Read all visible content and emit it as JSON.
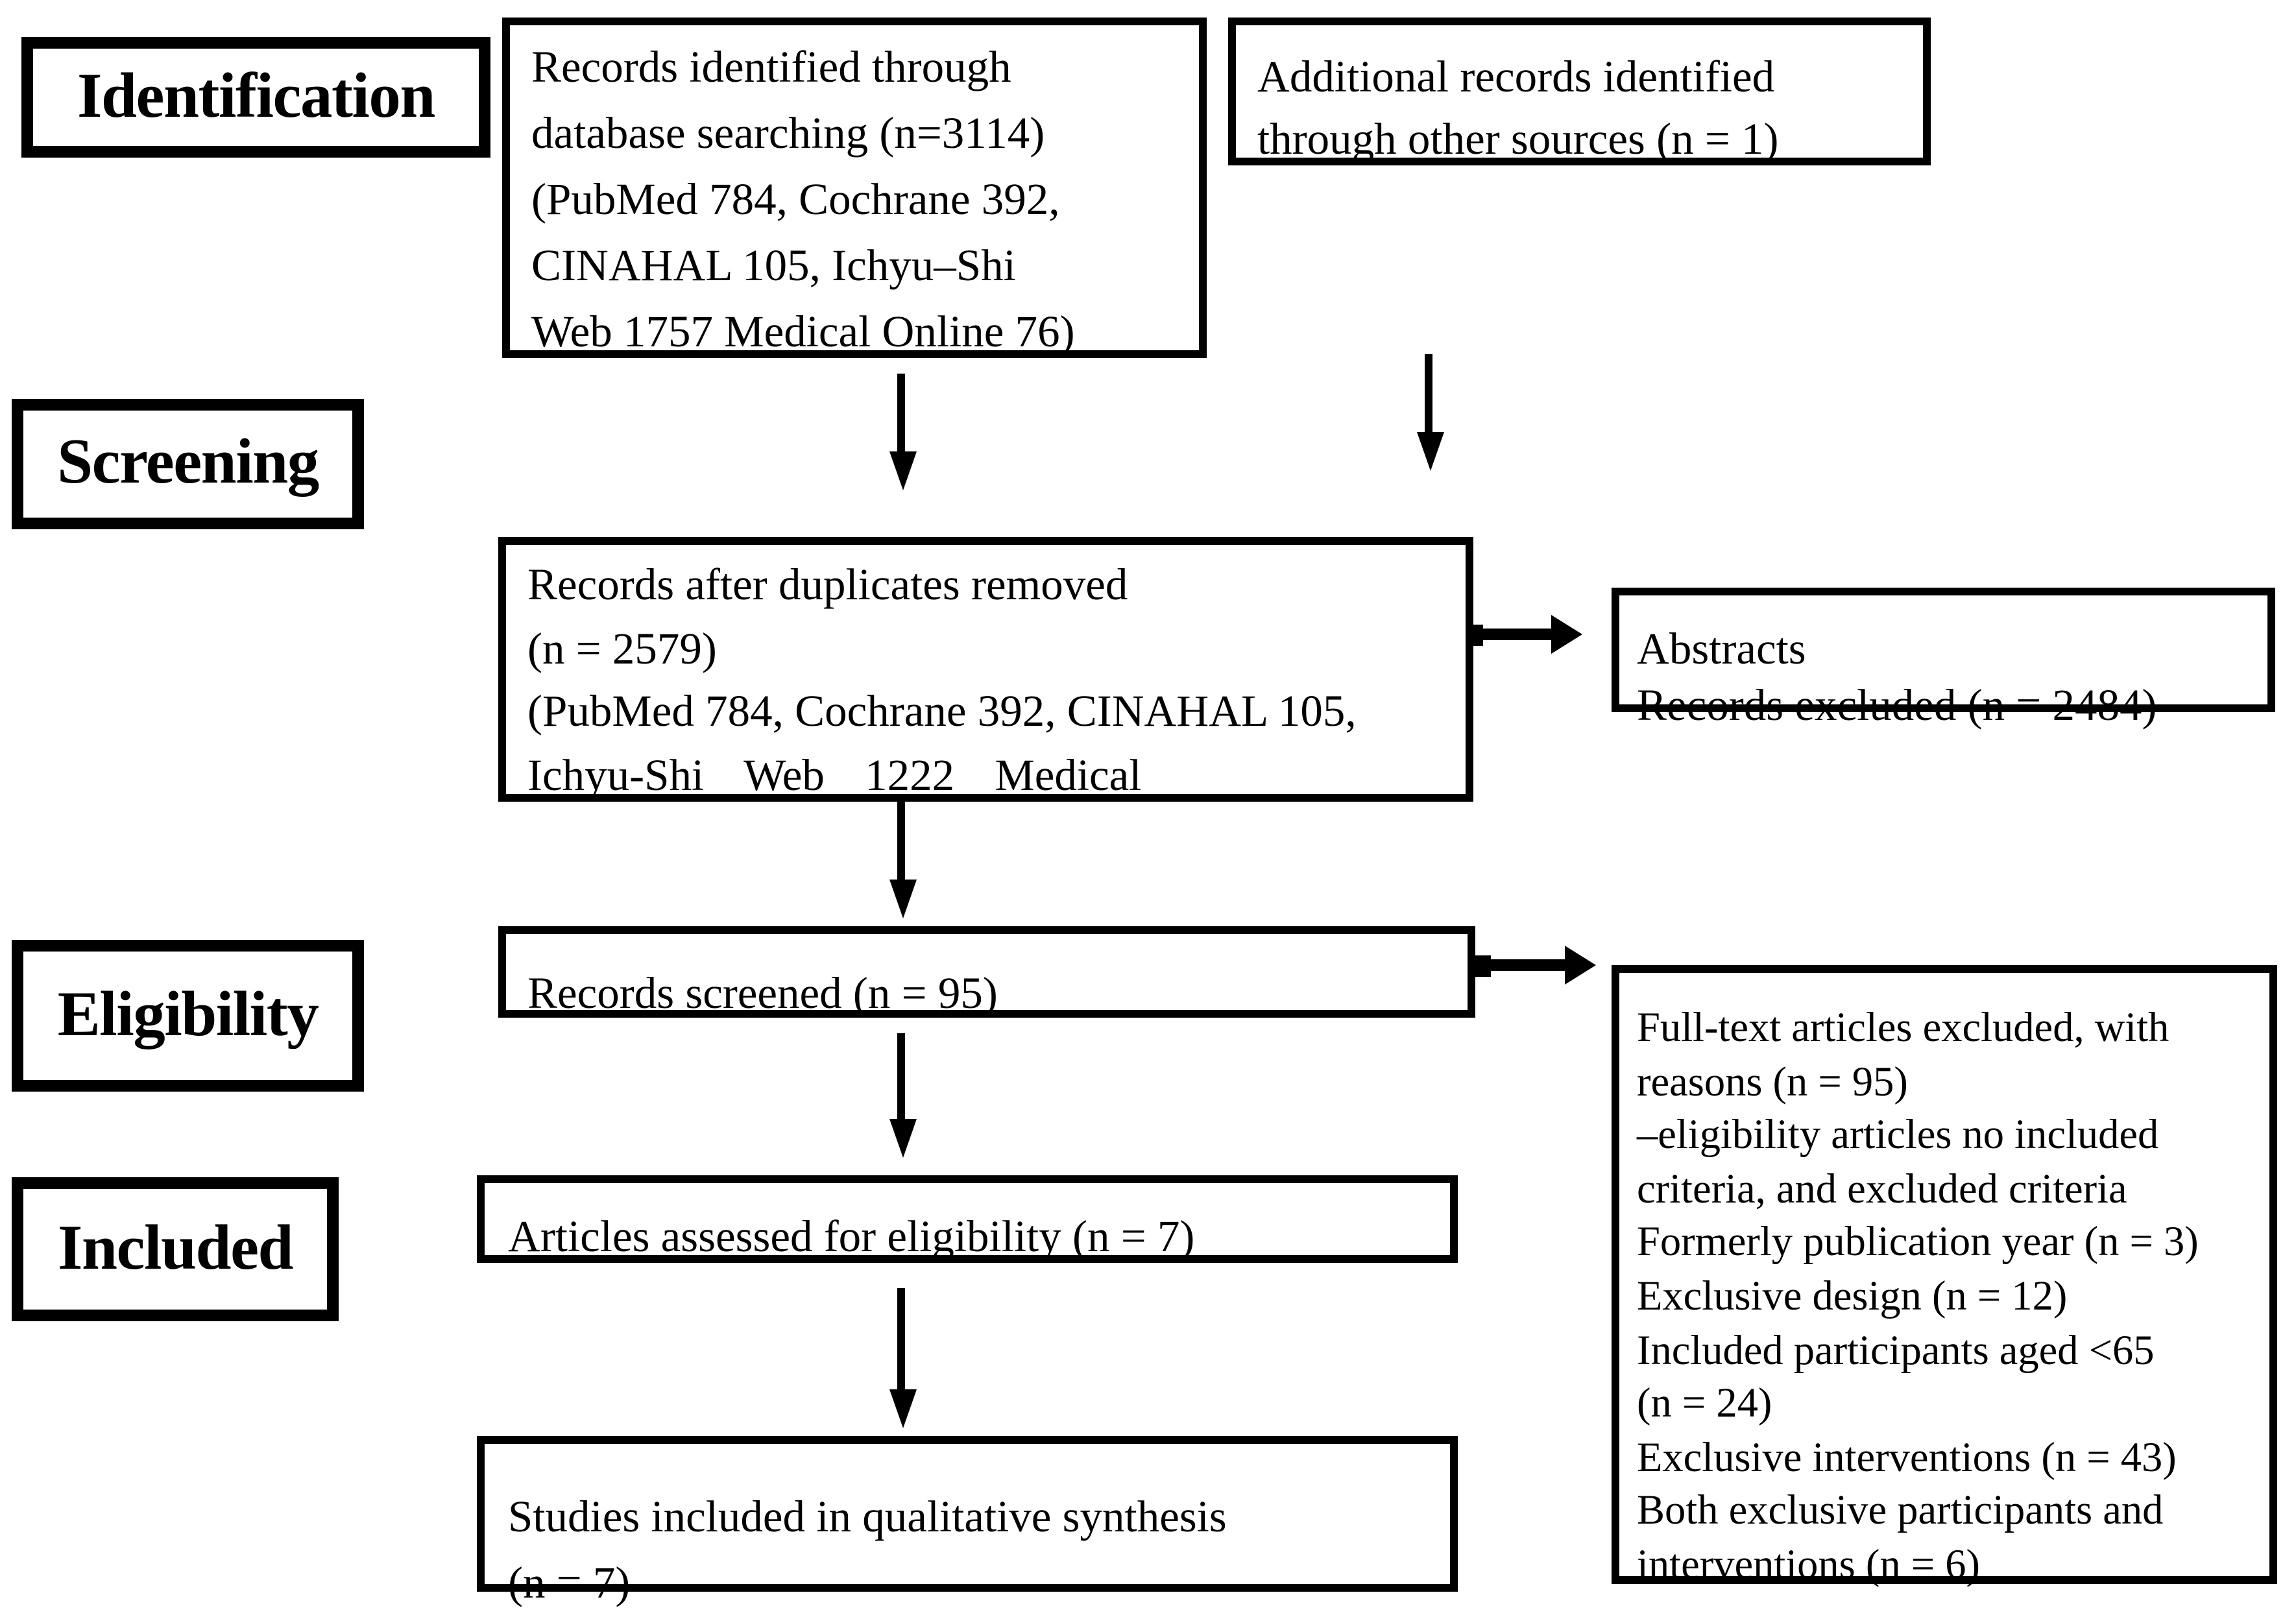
{
  "stage_labels": {
    "identification": "Identification",
    "screening": "Screening",
    "eligibility": "Eligibility",
    "included": "Included"
  },
  "boxes": {
    "records_identified": {
      "lines": [
        "Records identified through",
        "database searching (n=3114)",
        "(PubMed 784, Cochrane 392,",
        "CINAHAL 105, Ichyu–Shi",
        "Web 1757 Medical Online 76)"
      ]
    },
    "additional_records": {
      "lines": [
        "Additional records identified",
        "through other sources (n = 1)"
      ]
    },
    "duplicates_removed": {
      "lines": [
        "Records after duplicates removed",
        "(n = 2579)",
        "(PubMed 784, Cochrane 392, CINAHAL 105,",
        "Ichyu-Shi Web 1222 Medical"
      ]
    },
    "abstracts_excluded": {
      "lines": [
        "Abstracts",
        "Records excluded (n = 2484)"
      ]
    },
    "records_screened": {
      "text": "Records screened (n = 95)"
    },
    "fulltext_excluded": {
      "lines": [
        "Full-text articles excluded, with",
        "reasons (n = 95)",
        "–eligibility articles no included",
        "criteria, and excluded criteria",
        "Formerly publication year (n = 3)",
        "Exclusive design (n = 12)",
        "Included participants aged <65",
        "(n = 24)",
        "Exclusive interventions (n = 43)",
        "Both exclusive participants and",
        "interventions (n = 6)"
      ]
    },
    "articles_assessed": {
      "text": "Articles assessed for eligibility (n = 7)"
    },
    "studies_included": {
      "lines": [
        "Studies included in qualitative synthesis",
        "(n = 7)"
      ]
    }
  },
  "colors": {
    "ink": "#000000",
    "background": "#ffffff"
  }
}
